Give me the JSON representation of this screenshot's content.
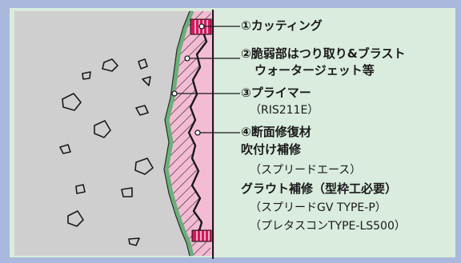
{
  "colors": {
    "outer_border": "#a9b8dc",
    "panel": "#d9ecdd",
    "concrete": "#cfcfcf",
    "repair": "#f3bcd4",
    "primer": "#6ab07a",
    "cutting": "#d6185a",
    "ink": "#1a1a1a"
  },
  "labels": {
    "l1": "①カッティング",
    "l2a": "②脆弱部はつり取り&ブラスト",
    "l2b": "ウォータージェット等",
    "l3": "③プライマー",
    "l3s": "（RIS211E）",
    "l4a": "④断面修復材",
    "l4b": "吹付け補修",
    "l4c": "（スプリードエース）",
    "l4d": "グラウト補修（型枠工必要）",
    "l4e": "（スプリードGV TYPE-P）",
    "l4f": "（プレタスコンTYPE-LS500）"
  }
}
